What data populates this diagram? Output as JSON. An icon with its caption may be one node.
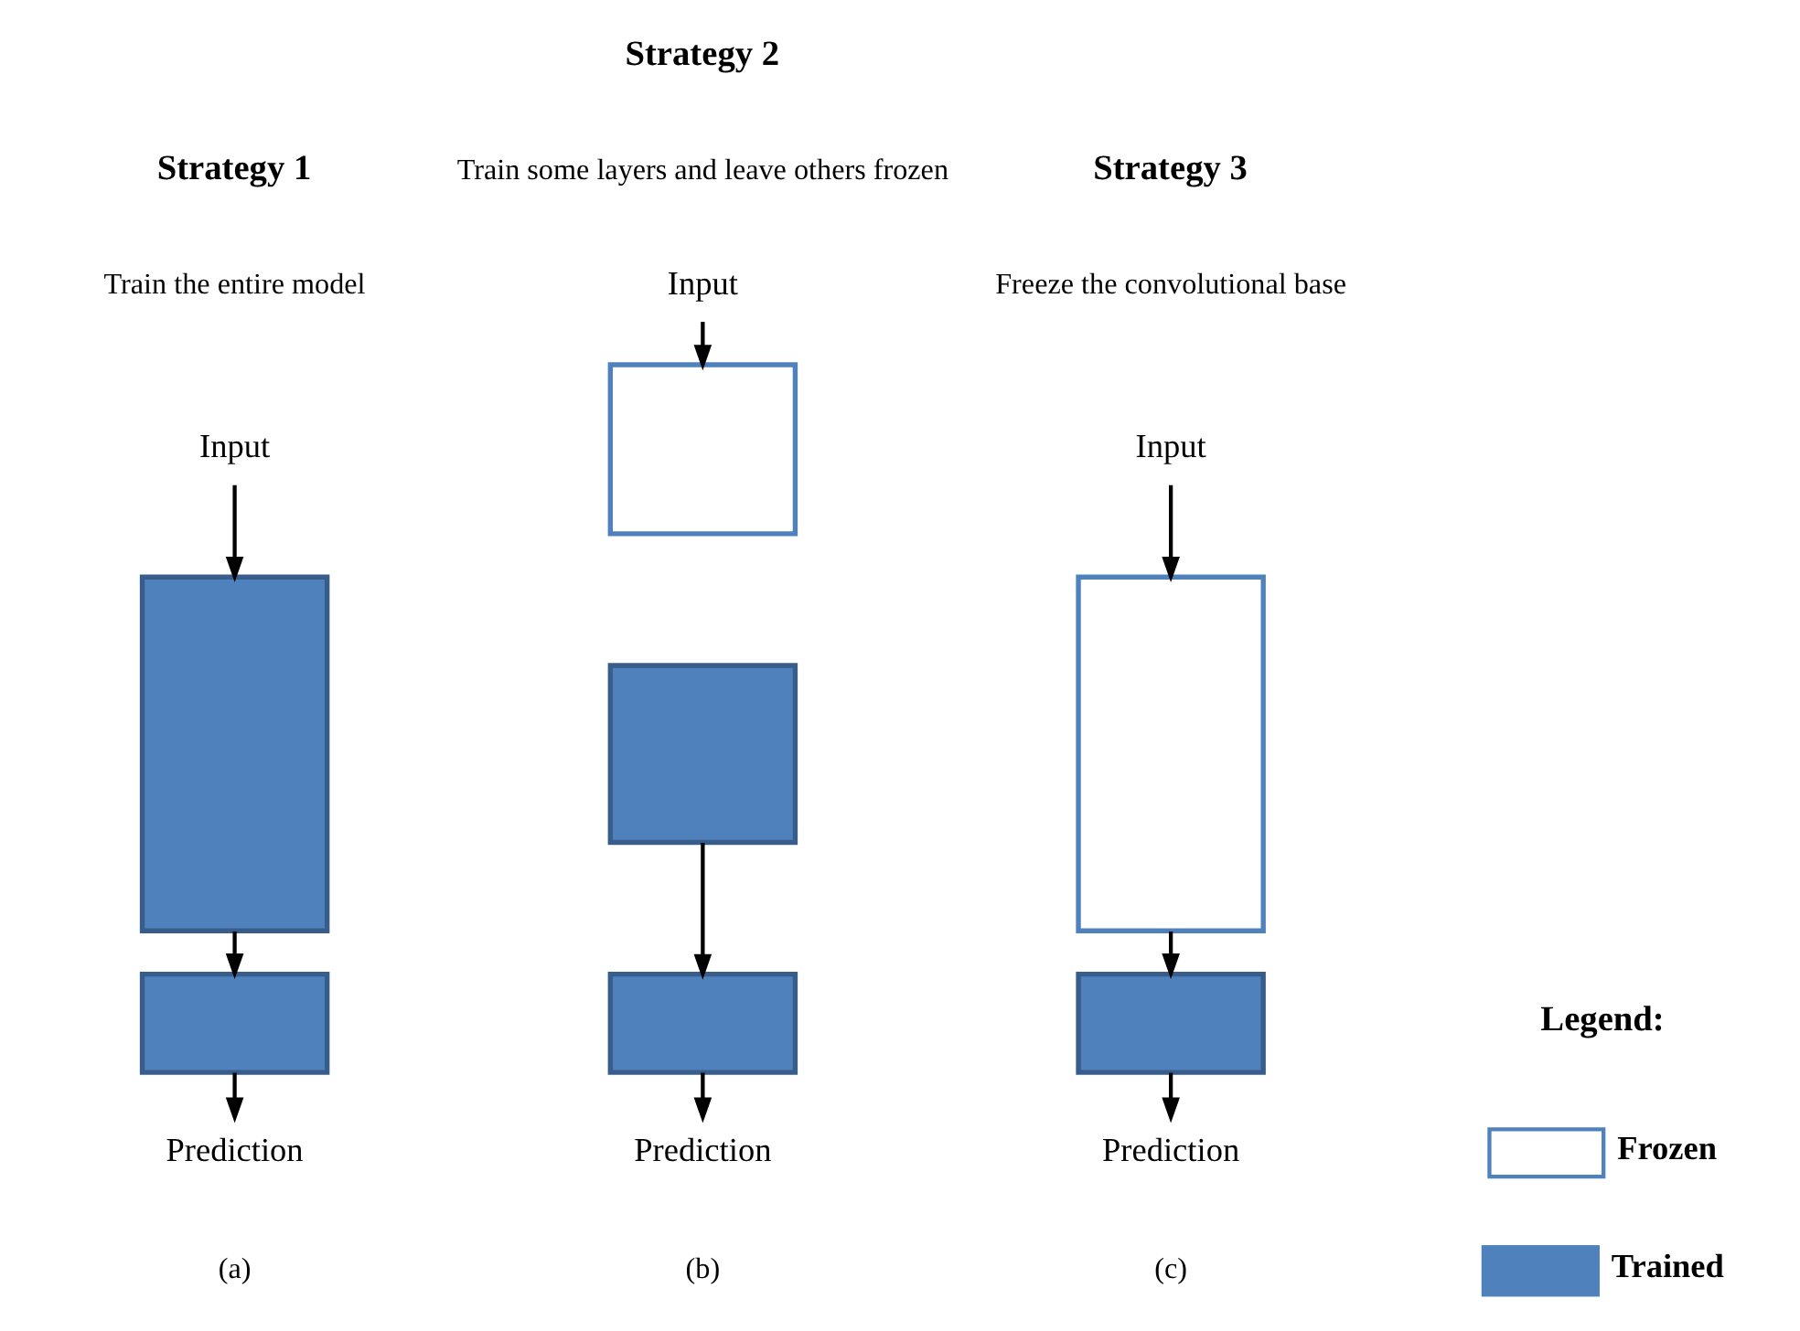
{
  "diagram": {
    "nodes": [
      {
        "text": [
          "Input"
        ]
      },
      {
        "text": [],
        "shape": "box"
      },
      {
        "text": [],
        "shape": "box"
      },
      {
        "text": [
          "Prediction"
        ]
      },
      {
        "text": [
          "Input"
        ]
      },
      {
        "text": [],
        "shape": "box"
      },
      {
        "text": [],
        "shape": "box"
      },
      {
        "text": [],
        "shape": "box"
      },
      {
        "text": [
          "Prediction"
        ]
      },
      {
        "text": [
          "Input"
        ]
      },
      {
        "text": [],
        "shape": "box"
      },
      {
        "text": [],
        "shape": "box"
      },
      {
        "text": [
          "Prediction"
        ]
      }
    ],
    "edges": [
      {
        "from": 0,
        "to": 1,
        "arrow": "to"
      },
      {
        "from": 1,
        "to": 2,
        "arrow": "to"
      },
      {
        "from": 2,
        "to": 3,
        "arrow": "to"
      },
      {
        "from": 4,
        "to": 5,
        "arrow": "to"
      },
      {
        "from": 6,
        "to": 7,
        "arrow": "to"
      },
      {
        "from": 7,
        "to": 8,
        "arrow": "to"
      },
      {
        "from": 9,
        "to": 10,
        "arrow": "to"
      },
      {
        "from": 10,
        "to": 11,
        "arrow": "to"
      },
      {
        "from": 11,
        "to": 12,
        "arrow": "to"
      }
    ],
    "labels": [
      "Strategy 1",
      "Train the entire model",
      "Strategy 2",
      "Train some layers and leave others frozen",
      "Strategy 3",
      "Freeze the convolutional base",
      "(a)",
      "(b)",
      "(c)",
      "Legend:"
    ],
    "legend": [
      {
        "text": "Frozen",
        "color": "#ffffff"
      },
      {
        "text": "Trained",
        "color": "#4f81bd"
      }
    ]
  }
}
